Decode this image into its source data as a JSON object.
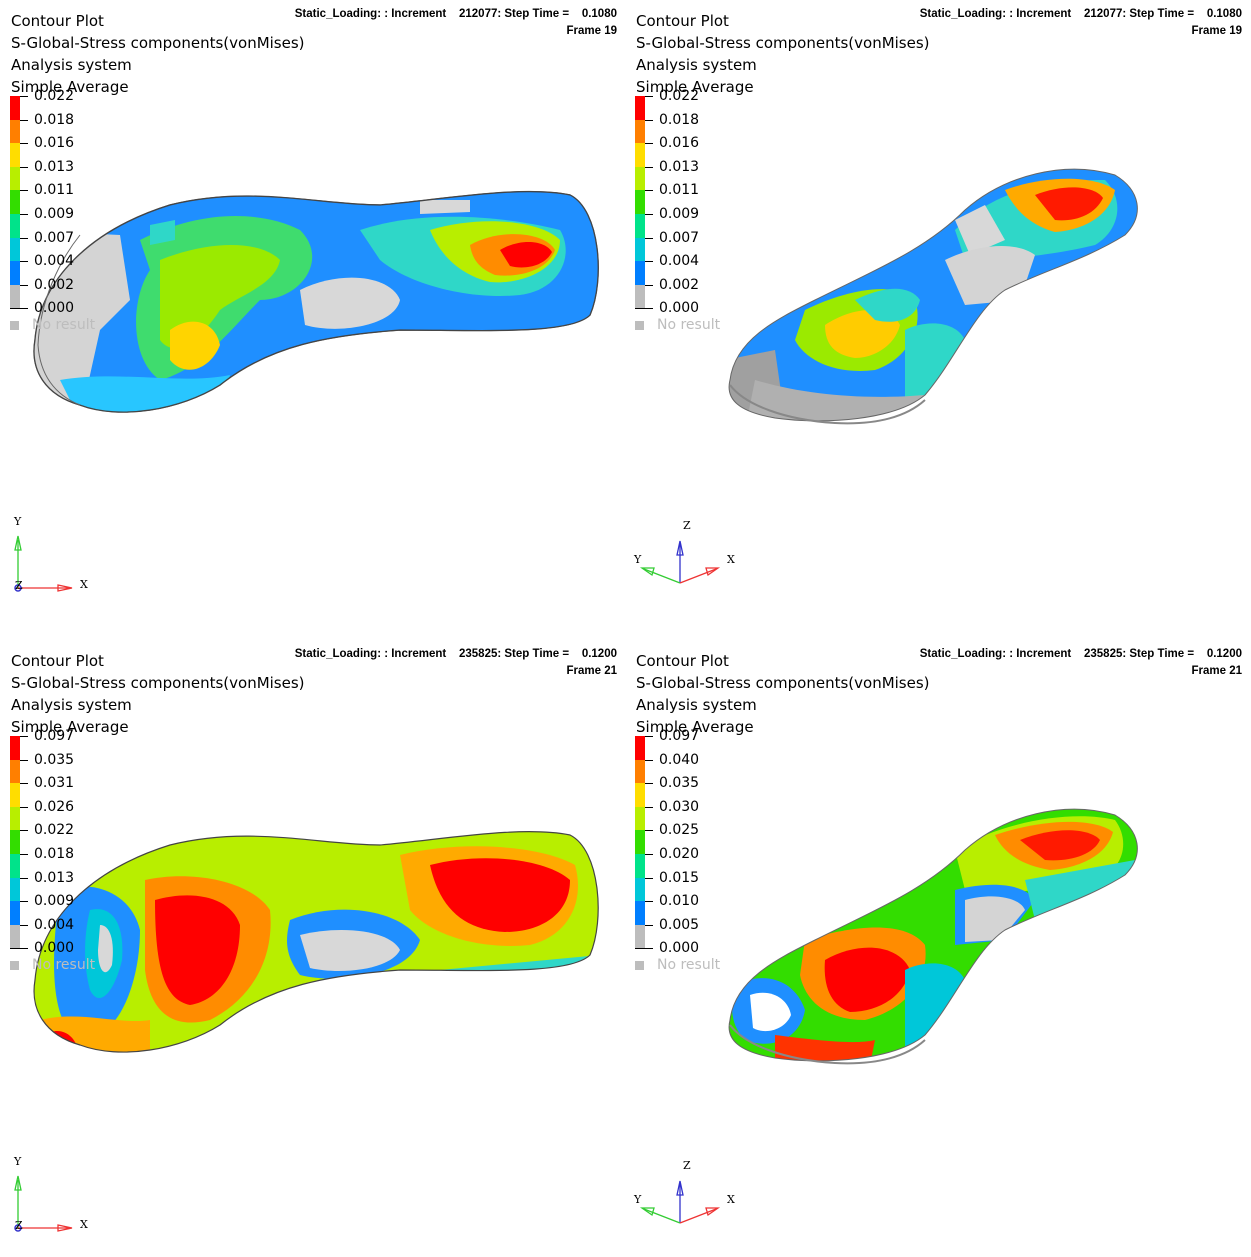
{
  "panels": [
    {
      "title": "Contour Plot",
      "subtitle": "S-Global-Stress components(vonMises)",
      "system": "Analysis system",
      "average": "Simple Average",
      "step_line1": "Static_Loading: : Increment    212077: Step Time =    0.1080",
      "step_line2": "Frame 19",
      "legend": [
        "0.022",
        "0.018",
        "0.016",
        "0.013",
        "0.011",
        "0.009",
        "0.007",
        "0.004",
        "0.002",
        "0.000"
      ],
      "no_result": "No result",
      "view": "top",
      "axes": {
        "a": "Y",
        "b": "X",
        "c": "Z"
      }
    },
    {
      "title": "Contour Plot",
      "subtitle": "S-Global-Stress components(vonMises)",
      "system": "Analysis system",
      "average": "Simple Average",
      "step_line1": "Static_Loading: : Increment    212077: Step Time =    0.1080",
      "step_line2": "Frame 19",
      "legend": [
        "0.022",
        "0.018",
        "0.016",
        "0.013",
        "0.011",
        "0.009",
        "0.007",
        "0.004",
        "0.002",
        "0.000"
      ],
      "no_result": "No result",
      "view": "iso",
      "axes": {
        "a": "Z",
        "b": "Y",
        "c": "X"
      }
    },
    {
      "title": "Contour Plot",
      "subtitle": "S-Global-Stress components(vonMises)",
      "system": "Analysis system",
      "average": "Simple Average",
      "step_line1": "Static_Loading: : Increment    235825: Step Time =    0.1200",
      "step_line2": "Frame 21",
      "legend": [
        "0.097",
        "0.035",
        "0.031",
        "0.026",
        "0.022",
        "0.018",
        "0.013",
        "0.009",
        "0.004",
        "0.000"
      ],
      "no_result": "No result",
      "view": "top",
      "axes": {
        "a": "Y",
        "b": "X",
        "c": "Z"
      }
    },
    {
      "title": "Contour Plot",
      "subtitle": "S-Global-Stress components(vonMises)",
      "system": "Analysis system",
      "average": "Simple Average",
      "step_line1": "Static_Loading: : Increment    235825: Step Time =    0.1200",
      "step_line2": "Frame 21",
      "legend": [
        "0.097",
        "0.040",
        "0.035",
        "0.030",
        "0.025",
        "0.020",
        "0.015",
        "0.010",
        "0.005",
        "0.000"
      ],
      "no_result": "No result",
      "view": "iso",
      "axes": {
        "a": "Z",
        "b": "Y",
        "c": "X"
      }
    }
  ],
  "colors": {
    "red": "#ff0000",
    "orange": "#ff7f00",
    "yellow": "#ffdd00",
    "yellowgreen": "#b8ee00",
    "green": "#33dd00",
    "teal": "#00e38a",
    "cyan": "#00c7d9",
    "blue": "#007fff",
    "gray": "#bdbdbd",
    "noresult": "#bdbdbd"
  }
}
